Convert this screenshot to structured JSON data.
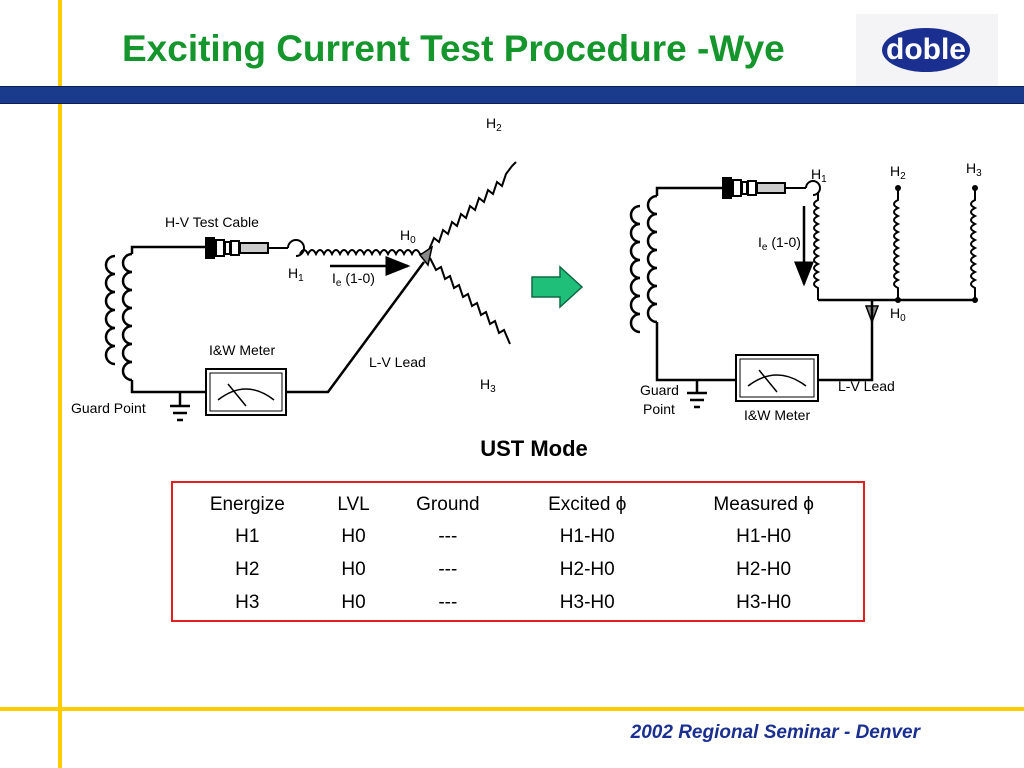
{
  "slide": {
    "title": "Exciting Current Test Procedure -Wye",
    "logo_text": "doble",
    "footer": "2002 Regional Seminar - Denver"
  },
  "colors": {
    "title": "#14962C",
    "accent_line": "#FFCC00",
    "header_bar": "#1A3A8C",
    "arrow": "#1FBF7A",
    "table_border": "#E02020",
    "footer": "#1A2F8F"
  },
  "diagram_left": {
    "hv_cable": "H-V Test Cable",
    "h1": "H",
    "h1_sub": "1",
    "h0": "H",
    "h0_sub": "0",
    "h2": "H",
    "h2_sub": "2",
    "h3": "H",
    "h3_sub": "3",
    "ie": "I",
    "ie_sub": "e",
    "ie_rest": " (1-0)",
    "meter": "I&W Meter",
    "lv_lead": "L-V Lead",
    "guard_point": "Guard Point"
  },
  "diagram_right": {
    "h1": "H",
    "h1_sub": "1",
    "h2": "H",
    "h2_sub": "2",
    "h3": "H",
    "h3_sub": "3",
    "h0": "H",
    "h0_sub": "0",
    "ie": "I",
    "ie_sub": "e",
    "ie_rest": " (1-0)",
    "guard_line1": "Guard",
    "guard_line2": "Point",
    "meter": "I&W Meter",
    "lv_lead": "L-V Lead"
  },
  "transition_arrow_icon": "right-arrow-icon",
  "mode_label": "UST Mode",
  "table": {
    "headers": [
      "Energize",
      "LVL",
      "Ground",
      "Excited ϕ",
      "Measured ϕ"
    ],
    "rows": [
      [
        "H1",
        "H0",
        "---",
        "H1-H0",
        "H1-H0"
      ],
      [
        "H2",
        "H0",
        "---",
        "H2-H0",
        "H2-H0"
      ],
      [
        "H3",
        "H0",
        "---",
        "H3-H0",
        "H3-H0"
      ]
    ]
  }
}
